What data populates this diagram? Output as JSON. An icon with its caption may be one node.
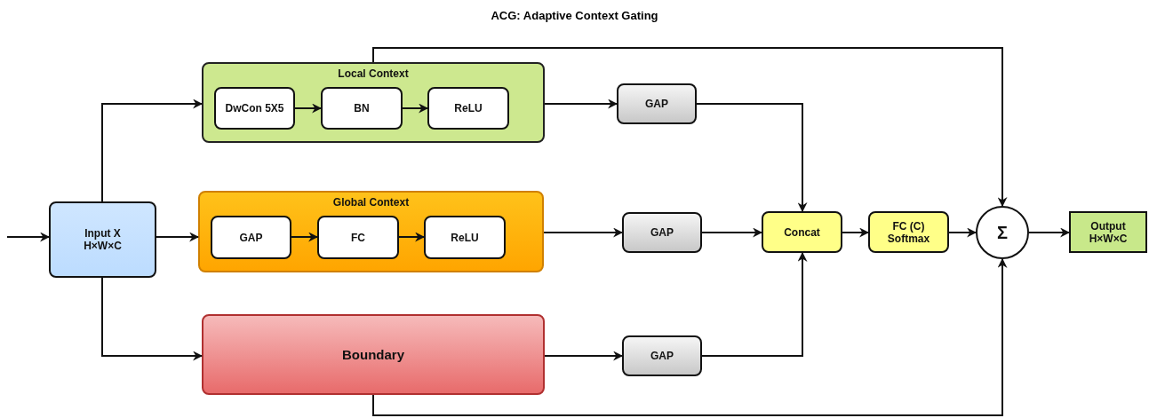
{
  "diagram": {
    "title": "ACG: Adaptive Context Gating",
    "nodes": [
      {
        "text": [
          "Input X H×W×C"
        ]
      },
      {
        "text": [
          "Local Context"
        ]
      },
      {
        "text": [
          "DwCon 5X5"
        ],
        "in": 1
      },
      {
        "text": [
          "BN"
        ],
        "in": 1
      },
      {
        "text": [
          "ReLU"
        ],
        "in": 1
      },
      {
        "text": [
          "Global Context"
        ]
      },
      {
        "text": [
          "GAP"
        ],
        "in": 5
      },
      {
        "text": [
          "FC"
        ],
        "in": 5
      },
      {
        "text": [
          "ReLU"
        ],
        "in": 5
      },
      {
        "text": [
          "Boundary"
        ]
      },
      {
        "text": [
          "GAP"
        ]
      },
      {
        "text": [
          "GAP"
        ]
      },
      {
        "text": [
          "GAP"
        ]
      },
      {
        "text": [
          "Concat"
        ]
      },
      {
        "text": [
          "FC (C) Softmax"
        ]
      },
      {
        "text": [
          "Σ"
        ]
      },
      {
        "text": [
          "Output H×W×C"
        ]
      }
    ],
    "edges": [
      {
        "from": null,
        "to": 0,
        "arrow": "to"
      },
      {
        "from": 0,
        "to": 1,
        "arrow": "to"
      },
      {
        "from": 0,
        "to": 5,
        "arrow": "to"
      },
      {
        "from": 0,
        "to": 9,
        "arrow": "to"
      },
      {
        "from": 2,
        "to": 3,
        "arrow": "to"
      },
      {
        "from": 3,
        "to": 4,
        "arrow": "to"
      },
      {
        "from": 6,
        "to": 7,
        "arrow": "to"
      },
      {
        "from": 7,
        "to": 8,
        "arrow": "to"
      },
      {
        "from": 1,
        "to": 10,
        "arrow": "to"
      },
      {
        "from": 5,
        "to": 11,
        "arrow": "to"
      },
      {
        "from": 9,
        "to": 12,
        "arrow": "to"
      },
      {
        "from": 10,
        "to": 13,
        "arrow": "to"
      },
      {
        "from": 11,
        "to": 13,
        "arrow": "to"
      },
      {
        "from": 12,
        "to": 13,
        "arrow": "to"
      },
      {
        "from": 13,
        "to": 14,
        "arrow": "to"
      },
      {
        "from": 14,
        "to": 15,
        "arrow": "to"
      },
      {
        "from": 15,
        "to": 16,
        "arrow": "to"
      },
      {
        "from": 1,
        "to": 15,
        "arrow": "to"
      },
      {
        "from": 9,
        "to": 15,
        "arrow": "to"
      }
    ]
  }
}
